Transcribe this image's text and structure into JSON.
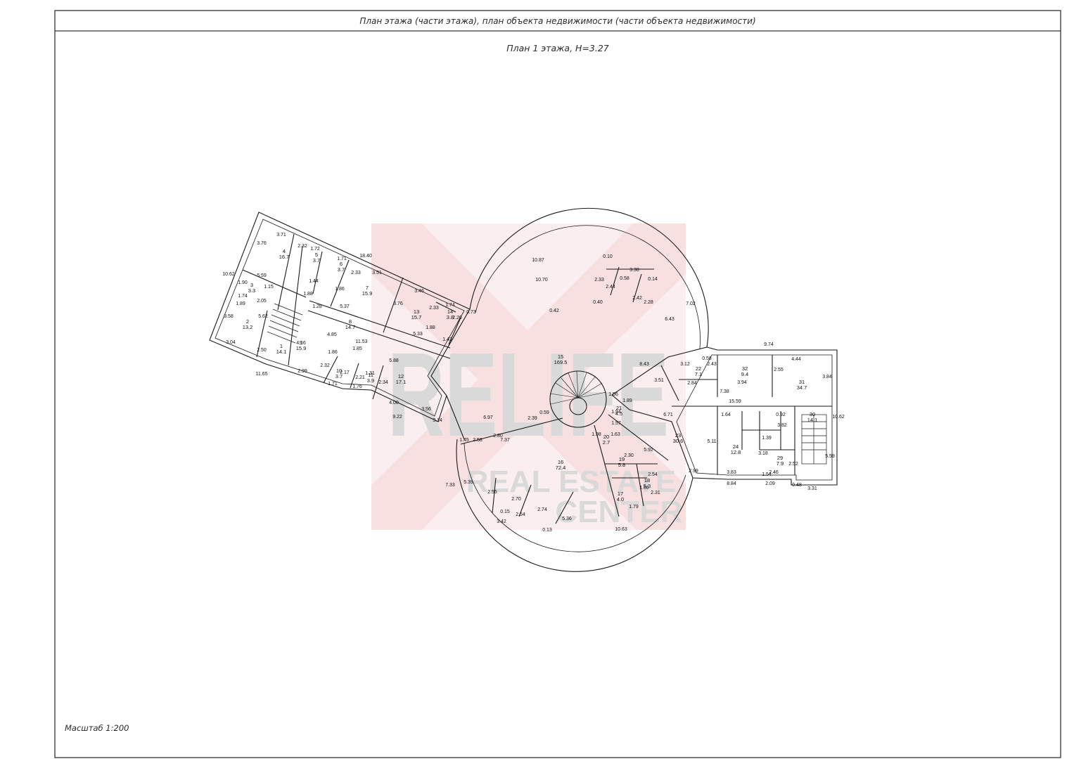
{
  "header": {
    "title": "План этажа (части этажа), план объекта недвижимости (части объекта недвижимости)"
  },
  "plan": {
    "subtitle": "План 1 этажа, Н=3.27",
    "scale": "Масштаб 1:200"
  },
  "watermark": {
    "brand": "RELIFE",
    "tagline_1": "REAL ESTATE",
    "tagline_2": "CENTER",
    "color": "#d9484f"
  },
  "rooms": [
    {
      "label": "4",
      "area": "16.7"
    },
    {
      "label": "5",
      "area": "3.7"
    },
    {
      "label": "6",
      "area": "3.7"
    },
    {
      "label": "7",
      "area": "15.9"
    },
    {
      "label": "3",
      "area": "3.3"
    },
    {
      "label": "2",
      "area": "13.2"
    },
    {
      "label": "1",
      "area": "14.1"
    },
    {
      "label": "8",
      "area": "14.7"
    },
    {
      "label": "13",
      "area": "15.7"
    },
    {
      "label": "14",
      "area": "3.8"
    },
    {
      "label": "9",
      "area": "15.9"
    },
    {
      "label": "10",
      "area": "3.7"
    },
    {
      "label": "11",
      "area": "3.9"
    },
    {
      "label": "12",
      "area": "17.1"
    },
    {
      "label": "15",
      "area": "169.5"
    },
    {
      "label": "16",
      "area": "72.4"
    },
    {
      "label": "17",
      "area": "4.0"
    },
    {
      "label": "18",
      "area": "5.3"
    },
    {
      "label": "19",
      "area": "5.8"
    },
    {
      "label": "20",
      "area": "2.7"
    },
    {
      "label": "21",
      "area": "4.5"
    },
    {
      "label": "22",
      "area": "7.1"
    },
    {
      "label": "32",
      "area": "9.4"
    },
    {
      "label": "31",
      "area": "34.7"
    },
    {
      "label": "23",
      "area": "30.6"
    },
    {
      "label": "24",
      "area": "12.8"
    },
    {
      "label": "29",
      "area": "7.9"
    },
    {
      "label": "30",
      "area": "14.1"
    }
  ],
  "dimensions": [
    "3.71",
    "3.76",
    "2.32",
    "1.72",
    "1.71",
    "18.40",
    "3.51",
    "2.33",
    "1.86",
    "1.88",
    "1.44",
    "10.62",
    "5.59",
    "1.90",
    "1.74",
    "1.15",
    "2.05",
    "1.89",
    "3.58",
    "5.62",
    "3.04",
    "2.50",
    "11.65",
    "1.28",
    "5.37",
    "3.46",
    "3.76",
    "2.33",
    "1.74",
    "2.20",
    "1.88",
    "5.33",
    "1.43",
    "0.73",
    "4.85",
    "4.16",
    "2.99",
    "1.86",
    "1.85",
    "1.71",
    "2.32",
    "2.17",
    "11.53",
    "1.31",
    "2.21",
    "2.34",
    "1.76",
    "5.88",
    "3.56",
    "4.00",
    "9.22",
    "3.14",
    "1.45",
    "2.58",
    "7.37",
    "10.87",
    "10.70",
    "0.42",
    "6.97",
    "2.39",
    "0.59",
    "2.80",
    "0.10",
    "3.38",
    "2.33",
    "2.44",
    "0.58",
    "0.14",
    "2.42",
    "2.28",
    "0.40",
    "7.02",
    "6.43",
    "8.43",
    "9.74",
    "3.12",
    "0.58",
    "2.43",
    "2.84",
    "3.51",
    "4.44",
    "3.94",
    "7.38",
    "2.55",
    "3.84",
    "15.59",
    "6.71",
    "1.64",
    "0.92",
    "10.62",
    "5.11",
    "1.39",
    "3.18",
    "3.82",
    "1.54",
    "2.09",
    "2.52",
    "5.59",
    "2.99",
    "3.83",
    "2.46",
    "0.48",
    "8.84",
    "3.31",
    "1.56",
    "1.94",
    "1.89",
    "1.57",
    "1.63",
    "2.30",
    "2.54",
    "1.66",
    "5.92",
    "1.98",
    "1.79",
    "2.31",
    "5.39",
    "7.33",
    "2.55",
    "2.70",
    "2.74",
    "5.36",
    "2.54",
    "3.42",
    "10.63",
    "0.15",
    "0.13"
  ]
}
